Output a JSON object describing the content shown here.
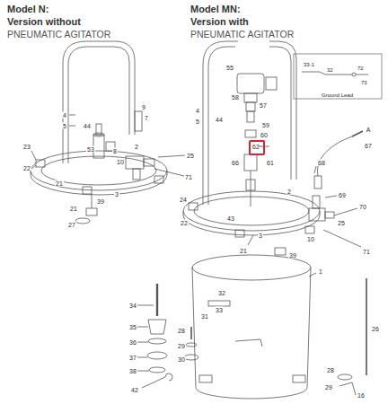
{
  "diagram": {
    "nodes": [
      {
        "text": [
          "33-1",
          "32",
          "72",
          "73",
          "Ground Lead"
        ]
      },
      {
        "text": [
          "62"
        ]
      }
    ],
    "labels": [
      "Model N:",
      "Version without",
      "PNEUMATIC AGITATOR",
      "Model MN:",
      "Version with",
      "PNEUMATIC AGITATOR",
      "4",
      "5",
      "44",
      "53",
      "8",
      "9",
      "7",
      "23",
      "22",
      "2",
      "10",
      "25",
      "21",
      "3",
      "71",
      "39",
      "21",
      "27",
      "55",
      "58",
      "57",
      "4",
      "5",
      "44",
      "59",
      "60",
      "66",
      "61",
      "67",
      "A",
      "68",
      "2",
      "69",
      "70",
      "24",
      "22",
      "10",
      "25",
      "43",
      "3",
      "21",
      "39",
      "71",
      "1",
      "34",
      "35",
      "36",
      "37",
      "38",
      "42",
      "32",
      "33",
      "31",
      "28",
      "29",
      "30",
      "26",
      "28",
      "29",
      "16"
    ]
  }
}
